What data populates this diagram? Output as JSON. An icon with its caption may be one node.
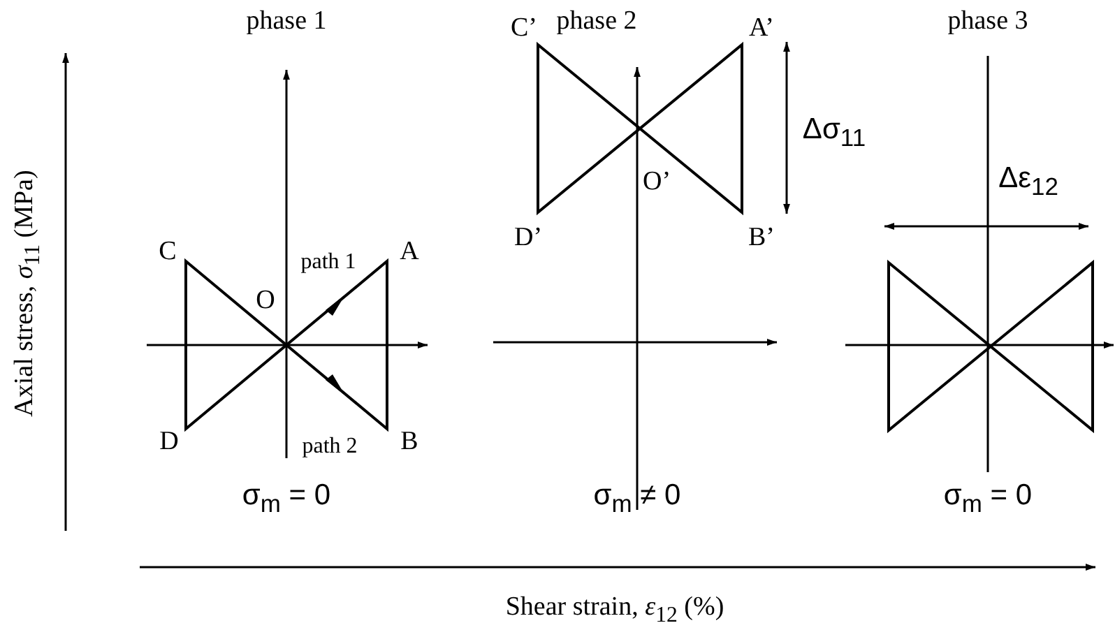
{
  "diagram": {
    "labels": [
      "phase 1",
      "C’",
      "phase 2",
      "A’",
      "phase 3",
      "Axial stress, *σ*$_{11}$ (MPa)",
      "Δσ$_{11}$",
      "C",
      "path 1",
      "A",
      "O",
      "O’",
      "Δε$_{12}$",
      "D’",
      "B’",
      "D",
      "path 2",
      "B",
      "σ$_{m}$ = 0",
      "σ$_{m}$ ≠ 0",
      "σ$_{m}$ = 0",
      "Shear strain, *ε*$_{12}$ (%)"
    ]
  }
}
